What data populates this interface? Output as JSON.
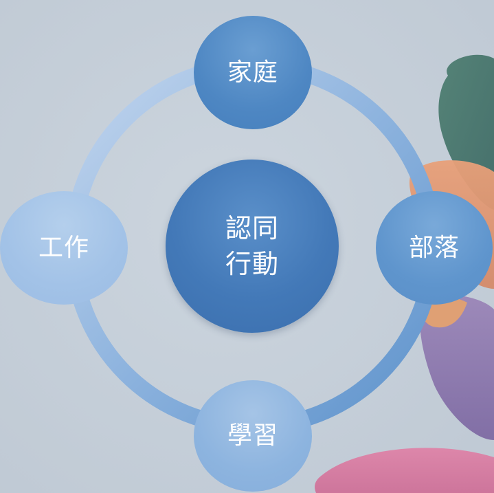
{
  "diagram": {
    "center": {
      "line1": "認同",
      "line2": "行動"
    },
    "nodes": {
      "top": "家庭",
      "right": "部落",
      "bottom": "學習",
      "left": "工作"
    }
  }
}
